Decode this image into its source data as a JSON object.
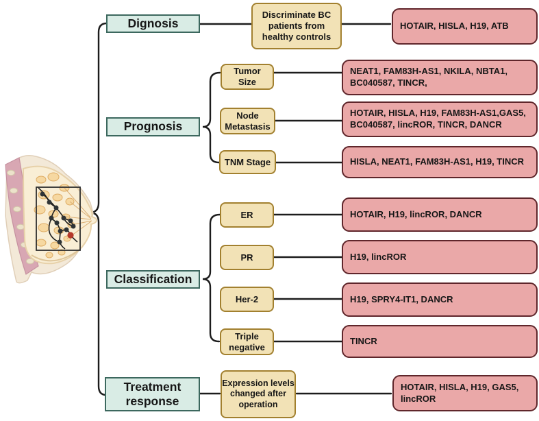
{
  "colors": {
    "green_fill": "#d9ece5",
    "green_border": "#3c685e",
    "yellow_fill": "#f2e2b6",
    "yellow_border": "#a2802f",
    "pink_fill": "#eaa8a8",
    "pink_border": "#5f262b",
    "line": "#1c1c1c",
    "red_node": "#b5392b"
  },
  "categories": {
    "diagnosis": {
      "label": "Dignosis"
    },
    "prognosis": {
      "label": "Prognosis"
    },
    "classification": {
      "label": "Classification"
    },
    "treatment": {
      "label": "Treatment\nresponse"
    }
  },
  "factors": {
    "discriminate": "Discriminate BC\npatients from\nhealthy controls",
    "tumor_size": "Tumor\nSize",
    "node_metastasis": "Node\nMetastasis",
    "tnm_stage": "TNM Stage",
    "er": "ER",
    "pr": "PR",
    "her2": "Her-2",
    "triple_negative": "Triple\nnegative",
    "expression": "Expression levels\nchanged after\noperation"
  },
  "lncrnas": {
    "diagnosis": "HOTAIR, HISLA, H19, ATB",
    "tumor_size": "NEAT1, FAM83H-AS1, NKILA, NBTA1,\nBC040587, TINCR,",
    "node_metastasis": "HOTAIR, HISLA, H19, FAM83H-AS1,GAS5,\nBC040587,  lincROR, TINCR, DANCR",
    "tnm_stage": "HISLA, NEAT1, FAM83H-AS1, H19, TINCR",
    "er": "HOTAIR, H19, lincROR, DANCR",
    "pr": "H19, lincROR",
    "her2": "H19, SPRY4-IT1, DANCR",
    "triple_negative": "TINCR",
    "treatment": "HOTAIR, HISLA, H19, GAS5,\nlincROR"
  }
}
